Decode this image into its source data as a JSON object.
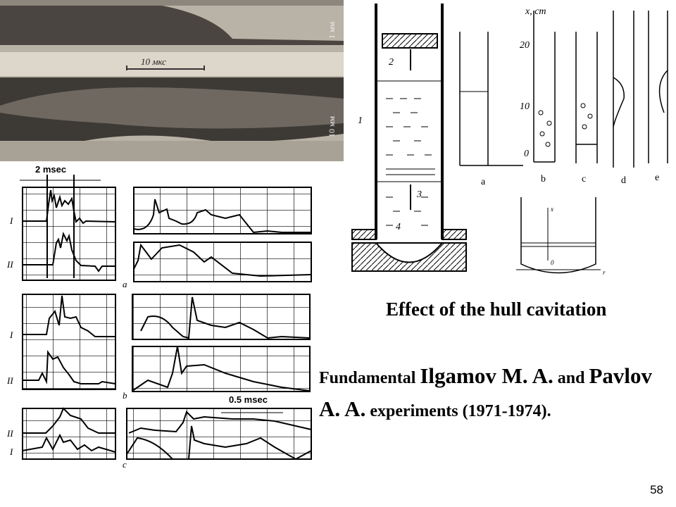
{
  "photo": {
    "label_1mm": "1 мм",
    "label_10mks": "10 мкс",
    "label_10mm": "10 мм"
  },
  "oscillograms": {
    "scale_left": "2 msec",
    "scale_right": "0.5 msec",
    "trace_I": "I",
    "trace_II": "II",
    "group_a": "a",
    "group_b": "b",
    "group_c": "c"
  },
  "tube_diagram": {
    "part_1": "1",
    "part_2": "2",
    "part_3": "3",
    "part_4": "4",
    "axis_label": "x, cm",
    "tick_20": "20",
    "tick_10": "10",
    "tick_0": "0",
    "stage_a": "a",
    "stage_b": "b",
    "stage_c": "c",
    "stage_d": "d",
    "stage_e": "e",
    "inset_x": "x",
    "inset_0": "0",
    "inset_r": "r"
  },
  "captions": {
    "effect": "Effect of the hull cavitation",
    "line_part1": "Fundamental ",
    "name1": "Ilgamov  M. A.",
    "line_part2": " and ",
    "name2": "Pavlov A. A.",
    "line_part3": " experiments (1971-1974)."
  },
  "page_number": "58"
}
